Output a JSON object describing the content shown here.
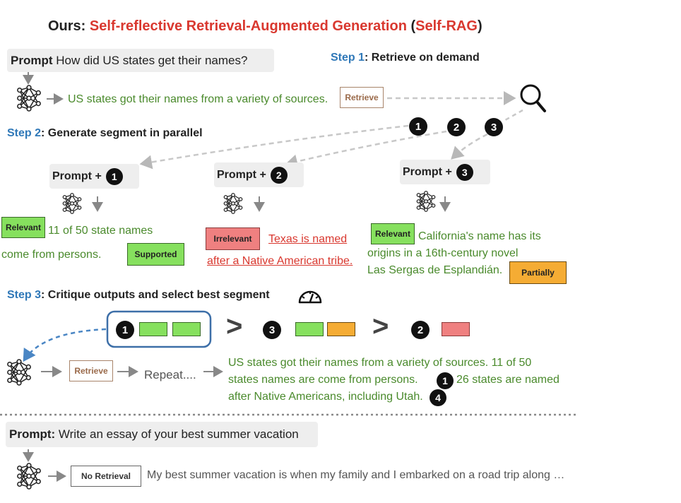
{
  "title": {
    "prefix": "Ours: ",
    "name": "Self-reflective Retrieval-Augmented Generation",
    "paren_open": " (",
    "abbr": "Self-RAG",
    "paren_close": ")"
  },
  "prompt1": {
    "label": "Prompt",
    "text": "How did US states get their names?"
  },
  "step1": {
    "label": "Step 1",
    "desc": ": Retrieve on demand"
  },
  "gen1": {
    "text": "US states got their names from a variety of sources.",
    "retrieve_tag": "Retrieve"
  },
  "step2": {
    "label": "Step 2",
    "desc": ": Generate segment in parallel"
  },
  "numbers": {
    "n1": "1",
    "n2": "2",
    "n3": "3",
    "n4": "4"
  },
  "col1": {
    "prompt": "Prompt +",
    "tag_relevant": "Relevant",
    "line1": "11 of 50 state names",
    "line2": "come from persons.",
    "tag_supported": "Supported"
  },
  "col2": {
    "prompt": "Prompt +",
    "tag_irrelevant": "Irrelevant",
    "line1": "Texas is named",
    "line2": "after a Native American tribe."
  },
  "col3": {
    "prompt": "Prompt +",
    "tag_relevant": "Relevant",
    "line1": "California's name has its",
    "line2": "origins in a 16th-century novel",
    "line3": "Las Sergas de Esplandián.",
    "tag_partially": "Partially"
  },
  "step3": {
    "label": "Step 3",
    "desc": ": Critique outputs and select best segment"
  },
  "ranking": {
    "gt": ">"
  },
  "final": {
    "retrieve_tag": "Retrieve",
    "repeat": "Repeat....",
    "line1": "US states got their names from a variety of sources. 11 of 50",
    "line2": "states names are come from persons.",
    "line2b": "26 states are named",
    "line3": "after Native Americans, including Utah."
  },
  "prompt2": {
    "label": "Prompt:",
    "text": "Write an essay of your best summer vacation"
  },
  "gen2": {
    "tag": "No Retrieval",
    "text": "My best summer vacation is when my family and I embarked on a road trip along …"
  },
  "colors": {
    "accent_red": "#d9382f",
    "step_blue": "#2f78b8",
    "text_green": "#4a8a2c",
    "relevant_green": "#86e05e",
    "partial_orange": "#f5ac34",
    "irrelevant_red": "#ef8080"
  }
}
